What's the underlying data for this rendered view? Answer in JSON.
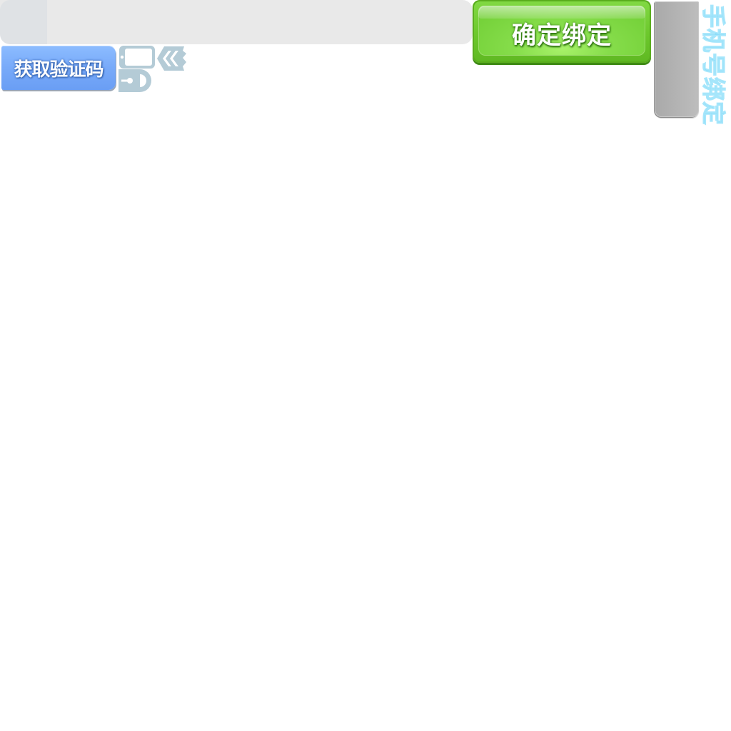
{
  "assets": {
    "input_field": {
      "value": "",
      "placeholder": ""
    },
    "get_code_button": {
      "label": "获取验证码"
    },
    "confirm_button": {
      "label": "确定绑定"
    },
    "panel_title": {
      "text": "手机号绑定"
    },
    "icons": [
      "phone-icon",
      "back-arrow-icon",
      "lock-icon"
    ]
  },
  "colors": {
    "icon": "#b4cbd6",
    "confirm_green": "#6cc82c",
    "get_code_blue": "#78aaf9",
    "title_cyan": "#7fd8f8",
    "panel_grey": "#b3b3b3",
    "input_bg": "#e9e9e9"
  }
}
